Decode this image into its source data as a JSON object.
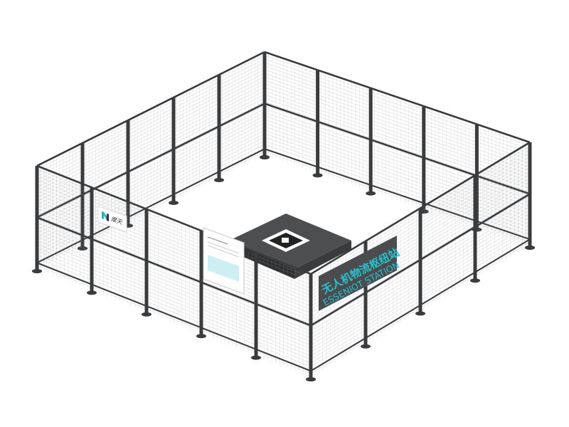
{
  "scene": {
    "logo_text": "摩天",
    "sign": {
      "title_cn": "无人机物流枢纽站",
      "title_en": "ESSENIOT STATION"
    },
    "colors": {
      "frame": "#3a3b3d",
      "mesh": "#9a9ca0",
      "floor": "#ffffff",
      "sign_bg": "#4a4c4e",
      "sign_text": "#27c3d2",
      "platform": "#4d4e50",
      "logo_accent": "#1fb5c4"
    }
  }
}
